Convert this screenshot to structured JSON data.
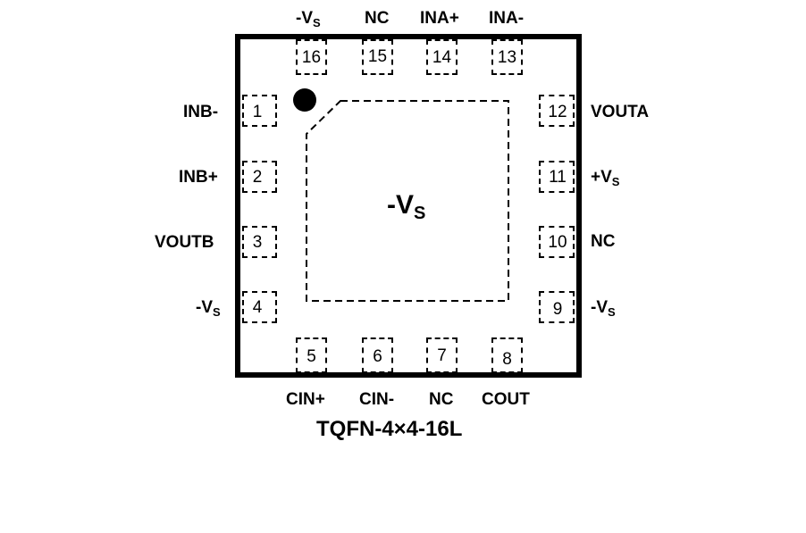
{
  "diagram": {
    "package_name": "TQFN-4×4-16L",
    "exposed_pad": {
      "label_prefix": "-V",
      "label_sub": "S"
    },
    "pins": {
      "p1": {
        "number": "1",
        "name": "INB-",
        "sub": ""
      },
      "p2": {
        "number": "2",
        "name": "INB+",
        "sub": ""
      },
      "p3": {
        "number": "3",
        "name": "VOUTB",
        "sub": ""
      },
      "p4": {
        "number": "4",
        "name": "-V",
        "sub": "S"
      },
      "p5": {
        "number": "5",
        "name": "CIN+",
        "sub": ""
      },
      "p6": {
        "number": "6",
        "name": "CIN-",
        "sub": ""
      },
      "p7": {
        "number": "7",
        "name": "NC",
        "sub": ""
      },
      "p8": {
        "number": "8",
        "name": "COUT",
        "sub": ""
      },
      "p9": {
        "number": "9",
        "name": "-V",
        "sub": "S"
      },
      "p10": {
        "number": "10",
        "name": "NC",
        "sub": ""
      },
      "p11": {
        "number": "11",
        "name": "+V",
        "sub": "S"
      },
      "p12": {
        "number": "12",
        "name": "VOUTA",
        "sub": ""
      },
      "p13": {
        "number": "13",
        "name": "INA-",
        "sub": ""
      },
      "p14": {
        "number": "14",
        "name": "INA+",
        "sub": ""
      },
      "p15": {
        "number": "15",
        "name": "NC",
        "sub": ""
      },
      "p16": {
        "number": "16",
        "name": "-V",
        "sub": "S"
      }
    }
  }
}
